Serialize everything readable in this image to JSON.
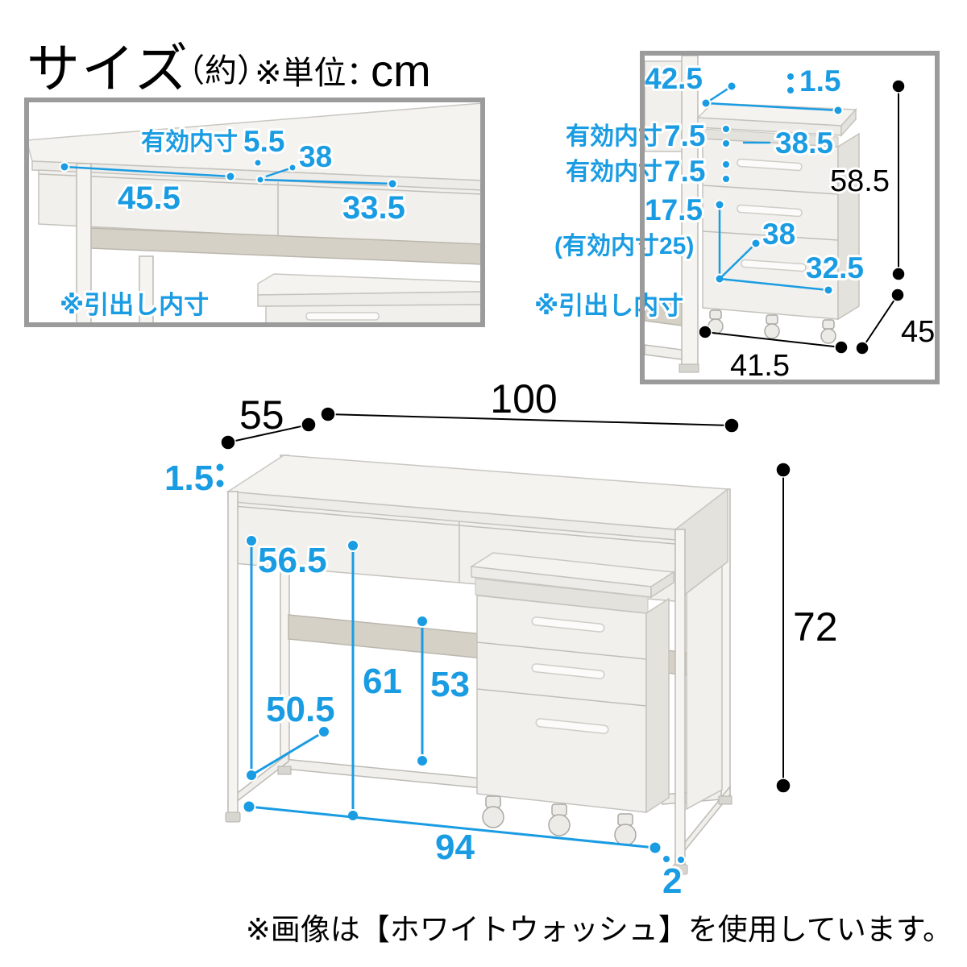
{
  "header": {
    "title": "サイズ",
    "approx": "（約）",
    "unit_prefix": "※単位：",
    "unit": "cm"
  },
  "inset_desk": {
    "eff_prefix": "有効内寸",
    "eff_value": "5.5",
    "dim_38": "38",
    "dim_45_5": "45.5",
    "dim_33_5": "33.5",
    "note": "※引出し内寸"
  },
  "inset_cabinet": {
    "dim_42_5": "42.5",
    "dim_1_5": "1.5",
    "eff_prefix_1": "有効内寸",
    "eff_value_1": "7.5",
    "dim_38_5": "38.5",
    "eff_prefix_2": "有効内寸",
    "eff_value_2": "7.5",
    "dim_58_5": "58.5",
    "dim_17_5": "17.5",
    "eff_paren": "(有効内寸25)",
    "dim_38": "38",
    "dim_32_5": "32.5",
    "note": "※引出し内寸",
    "dim_41_5": "41.5",
    "dim_45": "45"
  },
  "main_diagram": {
    "dim_55": "55",
    "dim_100": "100",
    "dim_1_5": "1.5",
    "dim_56_5": "56.5",
    "dim_61": "61",
    "dim_53": "53",
    "dim_50_5": "50.5",
    "dim_94": "94",
    "dim_2": "2",
    "dim_72": "72"
  },
  "footer": {
    "note": "※画像は【ホワイトウォッシュ】を使用しています。"
  },
  "colors": {
    "accent_blue": "#1A9CE3",
    "text_black": "#000000",
    "box_border": "#9B9B9B"
  }
}
